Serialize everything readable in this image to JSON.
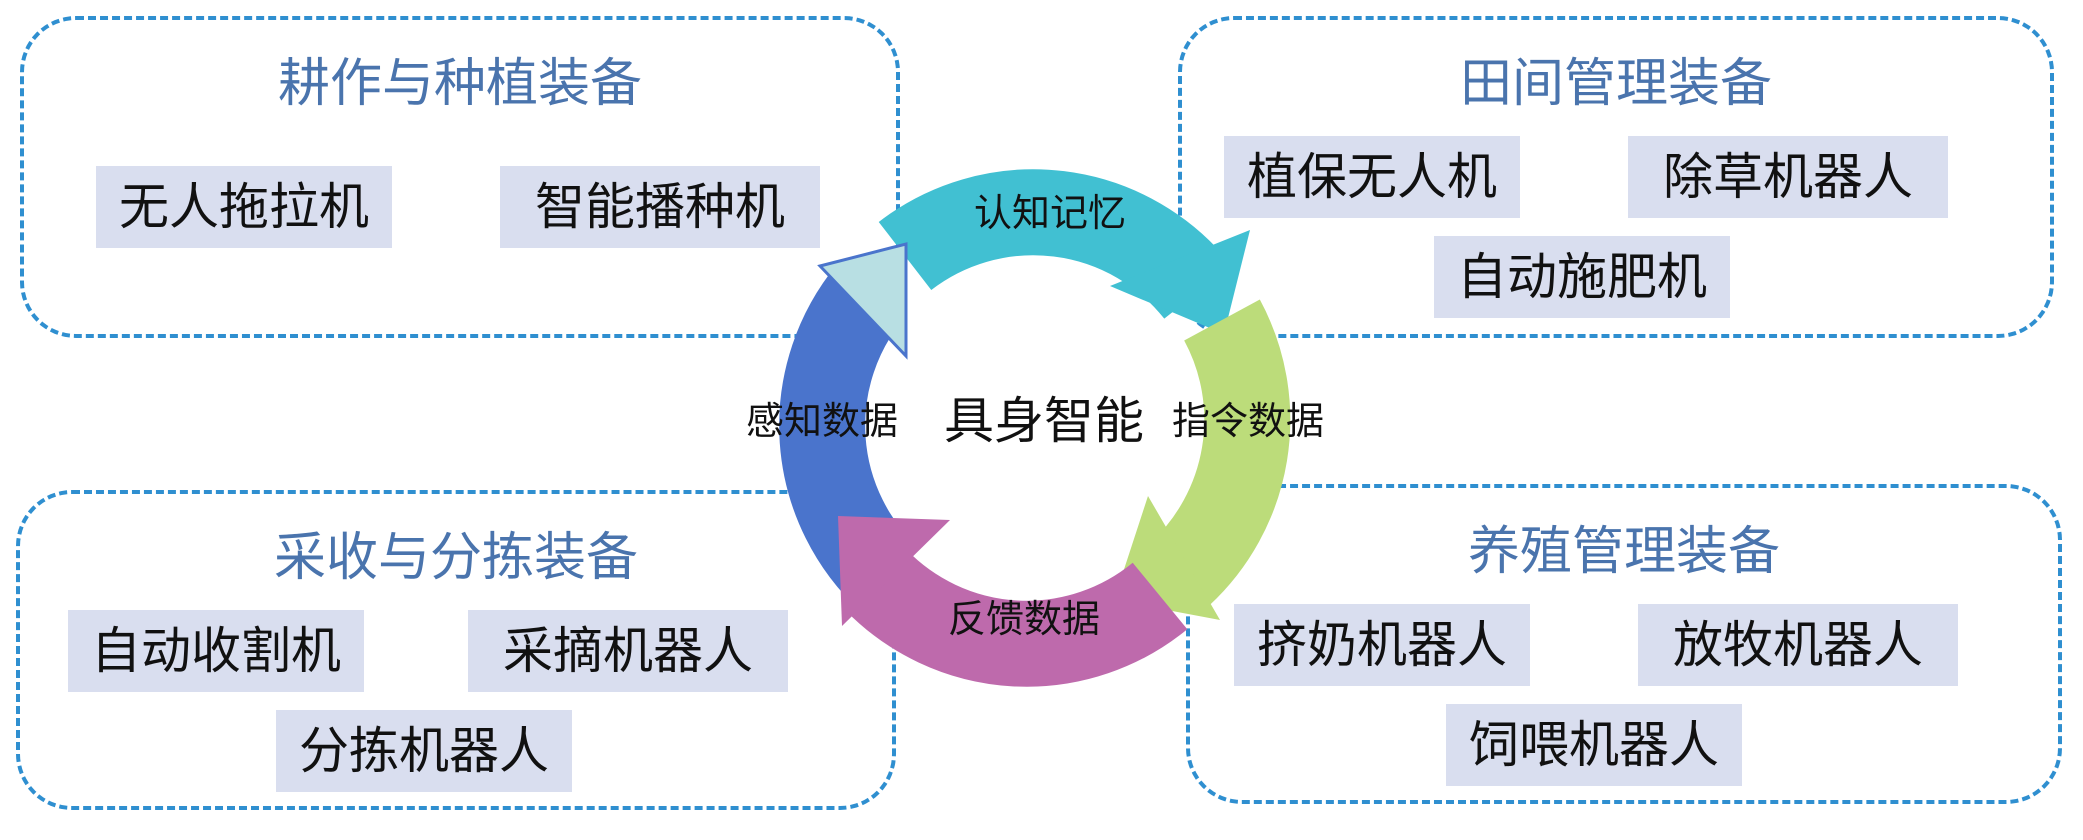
{
  "center": {
    "label": "具身智能"
  },
  "cycle": {
    "top": "认知记忆",
    "right": "指令数据",
    "bottom": "反馈数据",
    "left": "感知数据"
  },
  "groups": {
    "planting": {
      "title": "耕作与种植装备",
      "items": [
        "无人拖拉机",
        "智能播种机"
      ]
    },
    "field": {
      "title": "田间管理装备",
      "items": [
        "植保无人机",
        "除草机器人",
        "自动施肥机"
      ]
    },
    "harvest": {
      "title": "采收与分拣装备",
      "items": [
        "自动收割机",
        "采摘机器人",
        "分拣机器人"
      ]
    },
    "livestock": {
      "title": "养殖管理装备",
      "items": [
        "挤奶机器人",
        "放牧机器人",
        "饲喂机器人"
      ]
    }
  },
  "colors": {
    "border": "#2f8fd0",
    "title": "#4a74ad",
    "tag_bg": "#d9deef",
    "arc_top": "#41c0d2",
    "arc_right": "#bcdc7a",
    "arc_bottom": "#be6aac",
    "arc_left": "#4a74cc",
    "arrow_light": "#b8dfe3"
  }
}
